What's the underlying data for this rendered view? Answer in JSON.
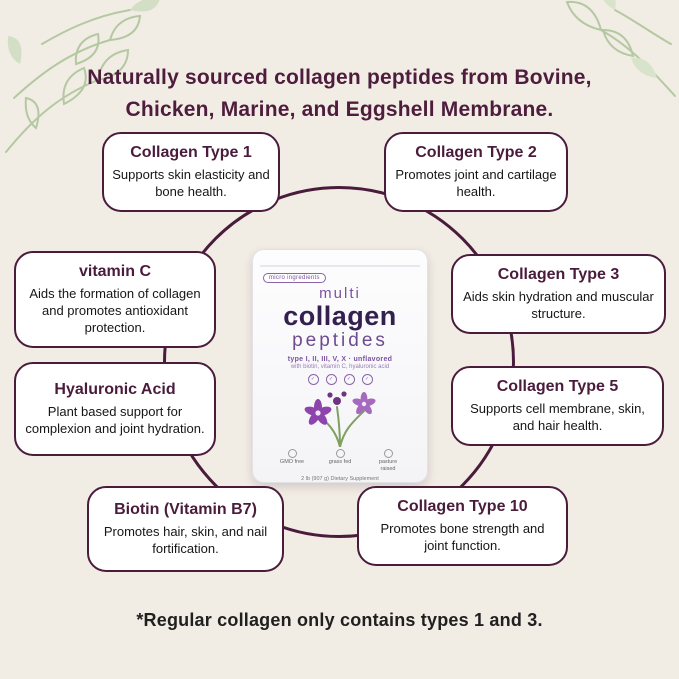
{
  "header": {
    "line1": "Naturally sourced collagen peptides from Bovine,",
    "line2": "Chicken, Marine, and Eggshell Membrane."
  },
  "callouts": [
    {
      "title": "Collagen Type 1",
      "body": "Supports skin elasticity and bone health."
    },
    {
      "title": "Collagen Type 2",
      "body": "Promotes joint and cartilage health."
    },
    {
      "title": "vitamin C",
      "body": "Aids the formation of collagen and promotes antioxidant protection."
    },
    {
      "title": "Collagen Type 3",
      "body": "Aids skin hydration and muscular structure."
    },
    {
      "title": "Hyaluronic Acid",
      "body": "Plant based support for complexion and joint hydration."
    },
    {
      "title": "Collagen Type 5",
      "body": "Supports cell membrane, skin, and hair health."
    },
    {
      "title": "Biotin (Vitamin B7)",
      "body": "Promotes hair, skin, and nail fortification."
    },
    {
      "title": "Collagen Type 10",
      "body": "Promotes bone strength and joint function."
    }
  ],
  "product": {
    "brand": "micro ingredients",
    "name_line1": "multi",
    "name_line2": "collagen",
    "name_line3": "peptides",
    "type_line": "type I, II, III, V, X · unflavored",
    "with_line": "with biotin, vitamin C, hyaluronic acid",
    "badges": [
      "GMO free",
      "grass fed",
      "pasture raised"
    ],
    "size_line": "2 lb (907 g) Dietary Supplement"
  },
  "footer": {
    "note": "*Regular collagen only contains types 1 and 3."
  },
  "colors": {
    "background": "#f2ede4",
    "accent_plum": "#4a1c3c",
    "leaf_green": "#b4c8a2",
    "flower_purple": "#8e44ad",
    "pouch_purple": "#6d4b91"
  }
}
